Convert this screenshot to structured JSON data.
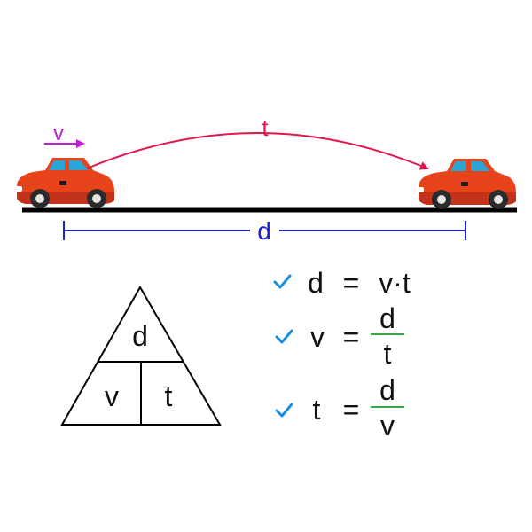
{
  "labels": {
    "velocity": "v",
    "time": "t",
    "distance": "d"
  },
  "triangle": {
    "top": "d",
    "bottom_left": "v",
    "bottom_right": "t"
  },
  "formulas": [
    {
      "lhs": "d",
      "eq": "=",
      "rhs": "v·t"
    },
    {
      "lhs": "v",
      "eq": "=",
      "num": "d",
      "den": "t"
    },
    {
      "lhs": "t",
      "eq": "=",
      "num": "d",
      "den": "v"
    }
  ],
  "colors": {
    "velocity": "#c41bd8",
    "time": "#e3174f",
    "distance": "#1c21c9",
    "check": "#1a8fe0",
    "fraction_bar": "#3aa64a",
    "car_body": "#e8441c",
    "car_window": "#2aa6d6",
    "road": "#000000"
  }
}
